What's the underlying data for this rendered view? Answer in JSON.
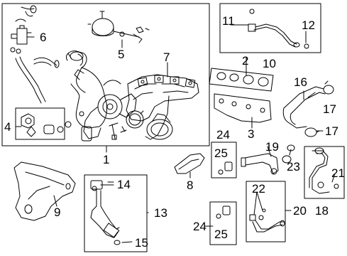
{
  "callouts": {
    "c1": "1",
    "c2": "2",
    "c3": "3",
    "c4": "4",
    "c5": "5",
    "c6": "6",
    "c7": "7",
    "c8": "8",
    "c9": "9",
    "c10": "10",
    "c11": "11",
    "c12": "12",
    "c13": "13",
    "c14": "14",
    "c15": "15",
    "c16": "16",
    "c17a": "17",
    "c17b": "17",
    "c18": "18",
    "c19": "19",
    "c20": "20",
    "c21": "21",
    "c22": "22",
    "c23": "23",
    "c24a": "24",
    "c24b": "24",
    "c25a": "25",
    "c25b": "25"
  }
}
